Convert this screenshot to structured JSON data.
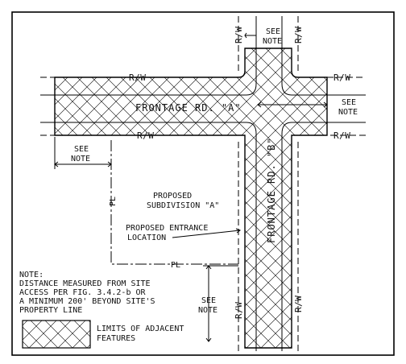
{
  "labels": {
    "rw_1": "R/W",
    "rw_2": "R/W",
    "rw_3": "R/W",
    "rw_4": "R/W",
    "rw_5": "R/W",
    "rw_6": "R/W",
    "rw_7": "R/W",
    "rw_8": "R/W",
    "see_note_top_1": "SEE",
    "see_note_top_2": "NOTE",
    "see_note_right_1": "SEE",
    "see_note_right_2": "NOTE",
    "see_note_left_1": "SEE",
    "see_note_left_2": "NOTE",
    "see_note_bottom_1": "SEE",
    "see_note_bottom_2": "NOTE",
    "frontage_a": "FRONTAGE RD. \"A\"",
    "frontage_b": "FRONTAGE RD. \"B\"",
    "subdivision_1": "PROPOSED",
    "subdivision_2": "SUBDIVISION \"A\"",
    "entrance_1": "PROPOSED ENTRANCE",
    "entrance_2": "LOCATION",
    "pl_1": "PL",
    "pl_2": "PL",
    "note_1": "NOTE:",
    "note_2": "DISTANCE MEASURED FROM SITE",
    "note_3": "ACCESS PER FIG. 3.4.2-b OR",
    "note_4": "A MINIMUM 200' BEYOND SITE'S",
    "note_5": "PROPERTY LINE",
    "legend_1": "LIMITS OF ADJACENT",
    "legend_2": "FEATURES"
  },
  "colors": {
    "ink": "#000000",
    "background": "#ffffff"
  }
}
